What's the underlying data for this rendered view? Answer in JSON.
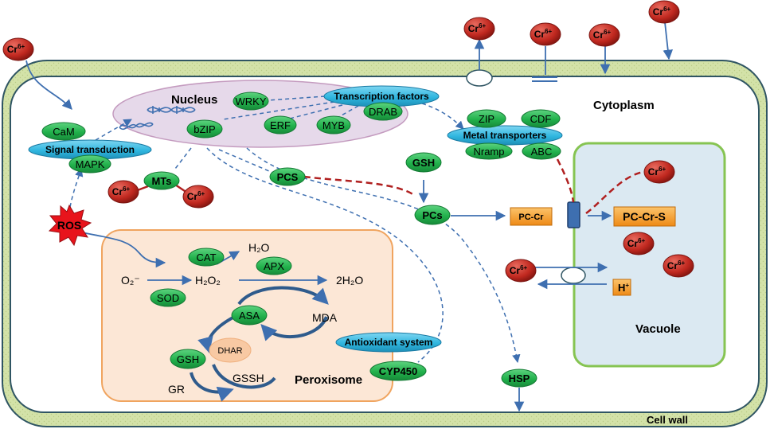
{
  "compartments": {
    "cell_wall": "Cell wall",
    "cytoplasm": "Cytoplasm",
    "nucleus": "Nucleus",
    "peroxisome": "Peroxisome",
    "vacuole": "Vacuole"
  },
  "ions": {
    "chromium": "Cr",
    "chromium_charge": "6+",
    "proton": "H",
    "proton_charge": "+"
  },
  "nucleus_factors": [
    "WRKY",
    "bZIP",
    "ERF",
    "MYB",
    "DRAB"
  ],
  "metal_transporters": [
    "ZIP",
    "CDF",
    "Nramp",
    "ABC"
  ],
  "signalling": {
    "cam": "CaM",
    "signal_transduction": "Signal transduction",
    "mapk": "MAPK",
    "ros": "ROS"
  },
  "labels": {
    "transcription_factors": "Transcription factors",
    "metal_transporters": "Metal transporters",
    "antioxidant_system": "Antioxidant system",
    "mts": "MTs",
    "pcs_enzyme": "PCS",
    "gsh": "GSH",
    "pcs": "PCs",
    "pc_cr": "PC-Cr",
    "pc_cr_s": "PC-Cr-S",
    "hsp": "HSP",
    "cyp450": "CYP450"
  },
  "antioxidant": {
    "cat": "CAT",
    "apx": "APX",
    "sod": "SOD",
    "asa": "ASA",
    "gsh": "GSH",
    "dhar": "DHAR",
    "gr": "GR",
    "gssh": "GSSH",
    "mda": "MDA",
    "h2o": "H₂O",
    "superoxide": "O₂⁻",
    "h2o2": "H₂O₂",
    "two_h2o": "2H₂O"
  },
  "colors": {
    "cell_wall": "#d3e2a8",
    "cell_wall_border": "#2f5563",
    "nucleus": "#e6d9ea",
    "peroxisome": "#fce7d6",
    "peroxisome_border": "#f0a45f",
    "vacuole": "#dbe9f2",
    "vacuole_border": "#86c452",
    "green_oval": "#22b14c",
    "blue_oval": "#30b6df",
    "chromium": "#c0281f",
    "orange_box": "#f79a2a",
    "arrow": "#3e6fb0",
    "red_dash": "#b01f1f"
  }
}
